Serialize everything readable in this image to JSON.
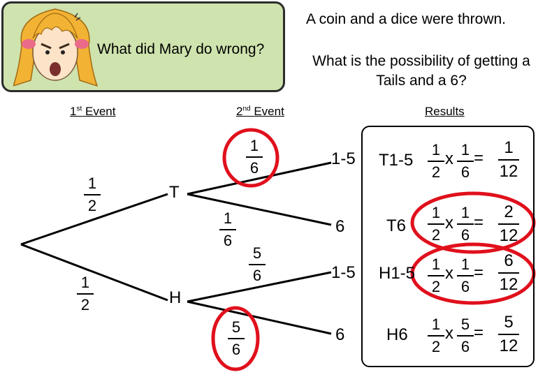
{
  "prompt_box": {
    "text": "What did Mary do wrong?"
  },
  "question": {
    "line1": "A coin and a dice were thrown.",
    "line2": "What is the possibility of getting a Tails and a 6?"
  },
  "headers": {
    "event1_num": "1",
    "event1_sup": "st",
    "event1_text": "Event",
    "event2_num": "2",
    "event2_sup": "nd",
    "event2_text": "Event",
    "results": "Results"
  },
  "tree": {
    "first_event": {
      "tails_prob": {
        "num": "1",
        "den": "2"
      },
      "heads_prob": {
        "num": "1",
        "den": "2"
      }
    },
    "nodes": {
      "tails": "T",
      "heads": "H"
    },
    "second_event": {
      "t_1to5": {
        "num": "1",
        "den": "6"
      },
      "t_6": {
        "num": "1",
        "den": "6"
      },
      "h_1to5": {
        "num": "5",
        "den": "6"
      },
      "h_6": {
        "num": "5",
        "den": "6"
      }
    },
    "leaves": [
      "1-5",
      "6",
      "1-5",
      "6"
    ]
  },
  "results": [
    {
      "outcome": "T1-5",
      "a": {
        "num": "1",
        "den": "2"
      },
      "times": "x",
      "b": {
        "num": "1",
        "den": "6"
      },
      "equals": "=",
      "r": {
        "num": "1",
        "den": "12"
      }
    },
    {
      "outcome": "T6",
      "a": {
        "num": "1",
        "den": "2"
      },
      "times": "x",
      "b": {
        "num": "1",
        "den": "6"
      },
      "equals": "=",
      "r": {
        "num": "2",
        "den": "12"
      }
    },
    {
      "outcome": "H1-5",
      "a": {
        "num": "1",
        "den": "2"
      },
      "times": "x",
      "b": {
        "num": "1",
        "den": "6"
      },
      "equals": "=",
      "r": {
        "num": "6",
        "den": "12"
      }
    },
    {
      "outcome": "H6",
      "a": {
        "num": "1",
        "den": "2"
      },
      "times": "x",
      "b": {
        "num": "5",
        "den": "6"
      },
      "equals": "=",
      "r": {
        "num": "5",
        "den": "12"
      }
    }
  ],
  "colors": {
    "box_fill": "#cfe3ae",
    "error_circle": "#e0101c",
    "hair": "#f2b233",
    "face": "#fde3c8"
  }
}
